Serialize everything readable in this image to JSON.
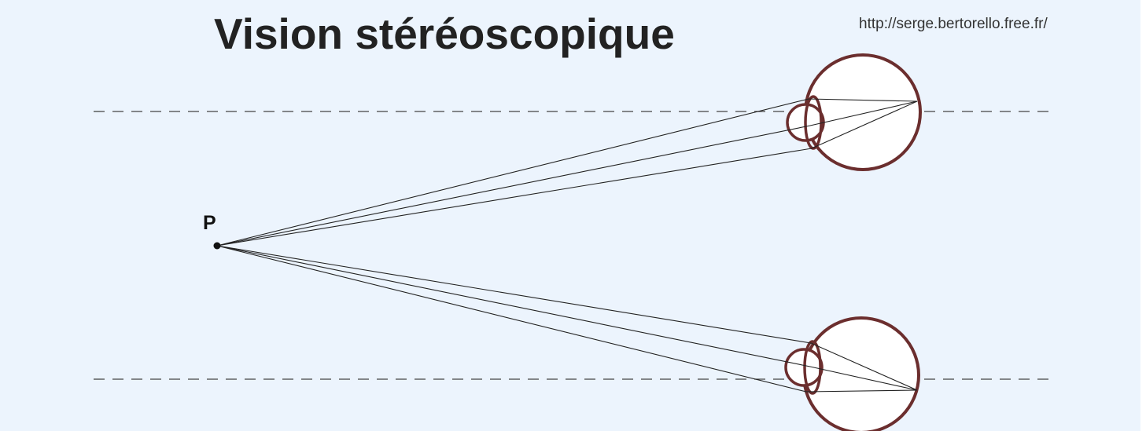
{
  "title": "Vision stéréoscopique",
  "source_url": "http://serge.bertorello.free.fr/",
  "point_label": "P",
  "colors": {
    "background": "#ecf4fd",
    "eye_outline": "#6b2e2e",
    "eye_fill": "#ffffff",
    "ray": "#222222",
    "axis": "#444444"
  },
  "diagram": {
    "eyes": [
      "top",
      "bottom"
    ],
    "rays_per_eye": 3,
    "axis_style": "dashed"
  }
}
